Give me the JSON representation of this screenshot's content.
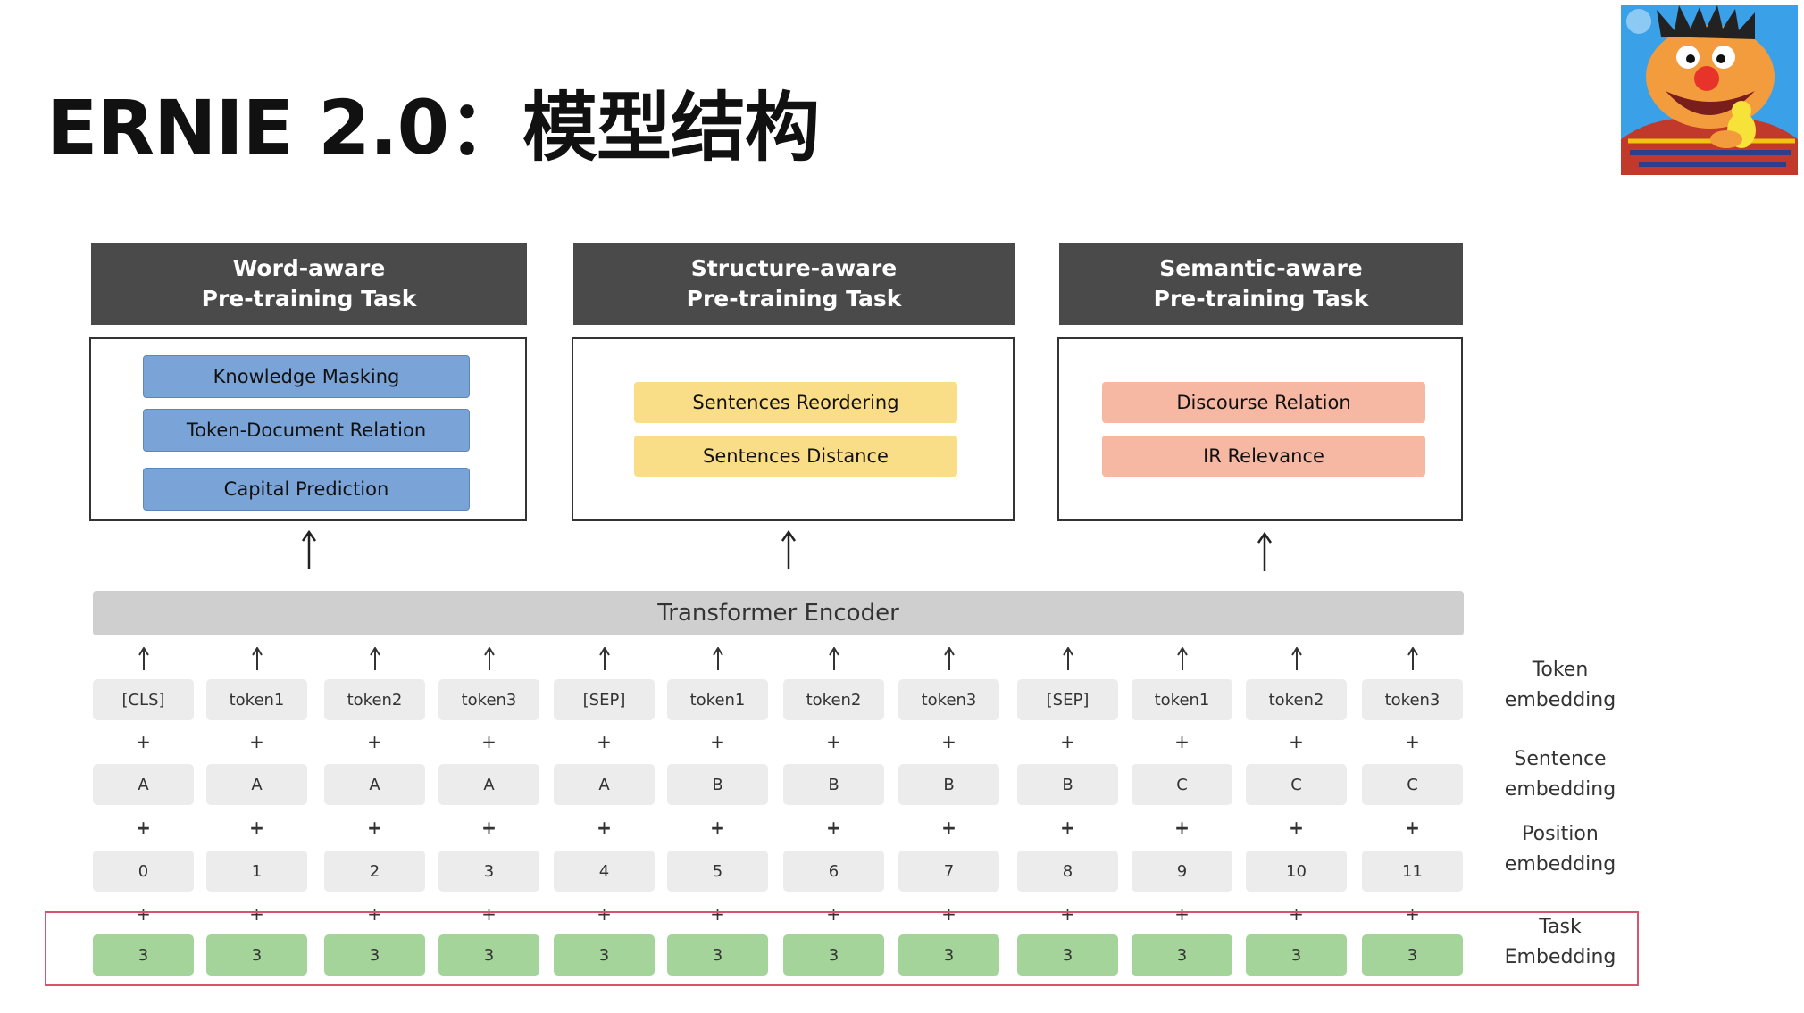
{
  "title": "ERNIE 2.0：模型结构",
  "tasks": [
    {
      "header": "Word-aware\nPre-training Task",
      "items": [
        "Knowledge Masking",
        "Token-Document Relation",
        "Capital Prediction"
      ]
    },
    {
      "header": "Structure-aware\nPre-training Task",
      "items": [
        "Sentences Reordering",
        "Sentences Distance"
      ]
    },
    {
      "header": "Semantic-aware\nPre-training Task",
      "items": [
        "Discourse Relation",
        "IR Relevance"
      ]
    }
  ],
  "encoder": "Transformer Encoder",
  "rows": {
    "token": [
      "[CLS]",
      "token1",
      "token2",
      "token3",
      "[SEP]",
      "token1",
      "token2",
      "token3",
      "[SEP]",
      "token1",
      "token2",
      "token3"
    ],
    "sentence": [
      "A",
      "A",
      "A",
      "A",
      "A",
      "B",
      "B",
      "B",
      "B",
      "C",
      "C",
      "C"
    ],
    "position": [
      "0",
      "1",
      "2",
      "3",
      "4",
      "5",
      "6",
      "7",
      "8",
      "9",
      "10",
      "11"
    ],
    "task": [
      "3",
      "3",
      "3",
      "3",
      "3",
      "3",
      "3",
      "3",
      "3",
      "3",
      "3",
      "3"
    ]
  },
  "plus_sign": "+",
  "labels": {
    "token": "Token\nembedding",
    "sentence": "Sentence\nembedding",
    "position": "Position\nembedding",
    "task": "Task\nEmbedding"
  },
  "colors": {
    "header": "#4a4a4a",
    "word_chip": "#7aa3d8",
    "structure_chip": "#fadd87",
    "semantic_chip": "#f6b8a3",
    "task_cell": "#a4d49a",
    "task_frame": "#d8546a"
  }
}
